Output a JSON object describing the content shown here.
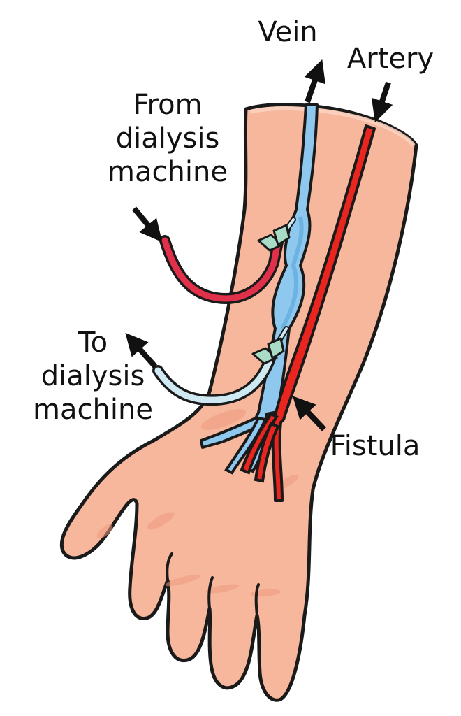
{
  "labels": {
    "vein": "Vein",
    "artery": "Artery",
    "from_machine": [
      "From",
      "dialysis",
      "machine"
    ],
    "to_machine": [
      "To",
      "dialysis",
      "machine"
    ],
    "fistula": "Fistula"
  },
  "colors": {
    "skin": "#f6b79c",
    "skin_shadow": "#ef9a80",
    "skin_highlight": "#fbd2bf",
    "outline": "#1a1a1a",
    "vein": "#8fc8ee",
    "vein_dark": "#5ea9dc",
    "artery": "#e8251f",
    "tube_from": "#e0304a",
    "tube_to": "#cfe9f2",
    "needle_hub": "#a8dcc6",
    "arrow": "#111111"
  }
}
